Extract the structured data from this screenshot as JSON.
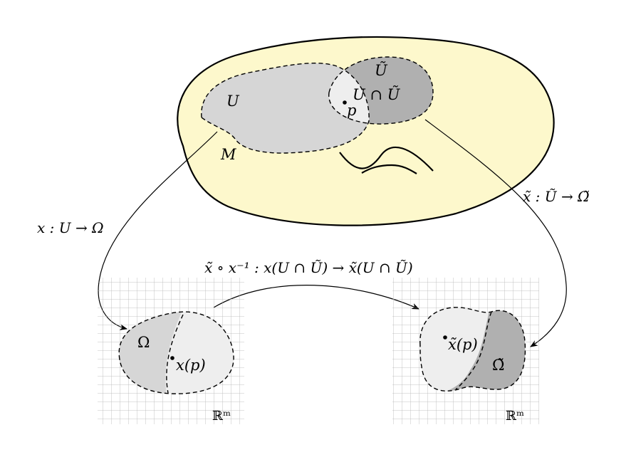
{
  "manifold": {
    "surface_label": "M",
    "chart_U_label": "U",
    "chart_Utilde_label": "Ũ",
    "intersection_label": "U ∩ Ũ",
    "point_label": "p",
    "fill_color": "#fdf8cc",
    "U_color": "#d6d6d6",
    "Utilde_color": "#b0b0b0",
    "intersection_color": "#eeeeee"
  },
  "maps": {
    "x_label": "x : U → Ω",
    "xtilde_label": "x̃ : Ũ → Ω̃",
    "transition_label": "x̃ ∘ x⁻¹ : x(U ∩ Ũ) → x̃(U ∩ Ũ)"
  },
  "left_chart": {
    "region_label": "Ω",
    "point_label": "x(p)",
    "space_label": "ℝᵐ"
  },
  "right_chart": {
    "region_label": "Ω̃",
    "point_label": "x̃(p)",
    "space_label": "ℝᵐ"
  },
  "grid_color": "#b4b4b4"
}
